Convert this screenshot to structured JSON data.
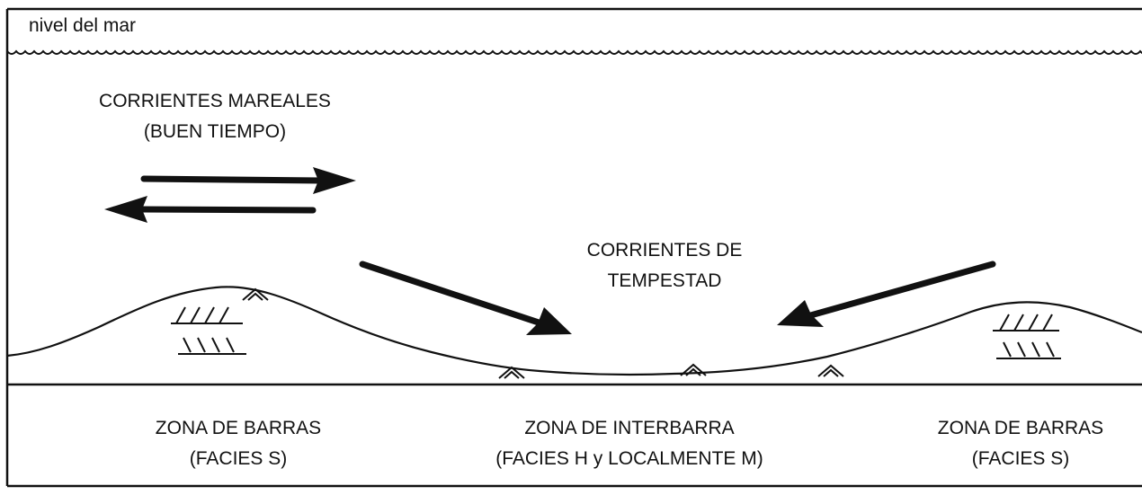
{
  "sea_level_label": "nivel del mar",
  "tidal_currents": {
    "line1": "CORRIENTES MAREALES",
    "line2": "(BUEN TIEMPO)"
  },
  "storm_currents": {
    "line1": "CORRIENTES DE",
    "line2": "TEMPESTAD"
  },
  "zones": {
    "left": {
      "name": "ZONA DE BARRAS",
      "facies": "(FACIES S)"
    },
    "middle": {
      "name": "ZONA DE INTERBARRA",
      "facies": "(FACIES H y LOCALMENTE M)"
    },
    "right": {
      "name": "ZONA DE BARRAS",
      "facies": "(FACIES S)"
    }
  },
  "colors": {
    "ink": "#111111",
    "background": "#ffffff"
  },
  "icons": [
    "wave-line",
    "arrow",
    "ripple-mark-symbol",
    "cross-bedding-symbol"
  ]
}
